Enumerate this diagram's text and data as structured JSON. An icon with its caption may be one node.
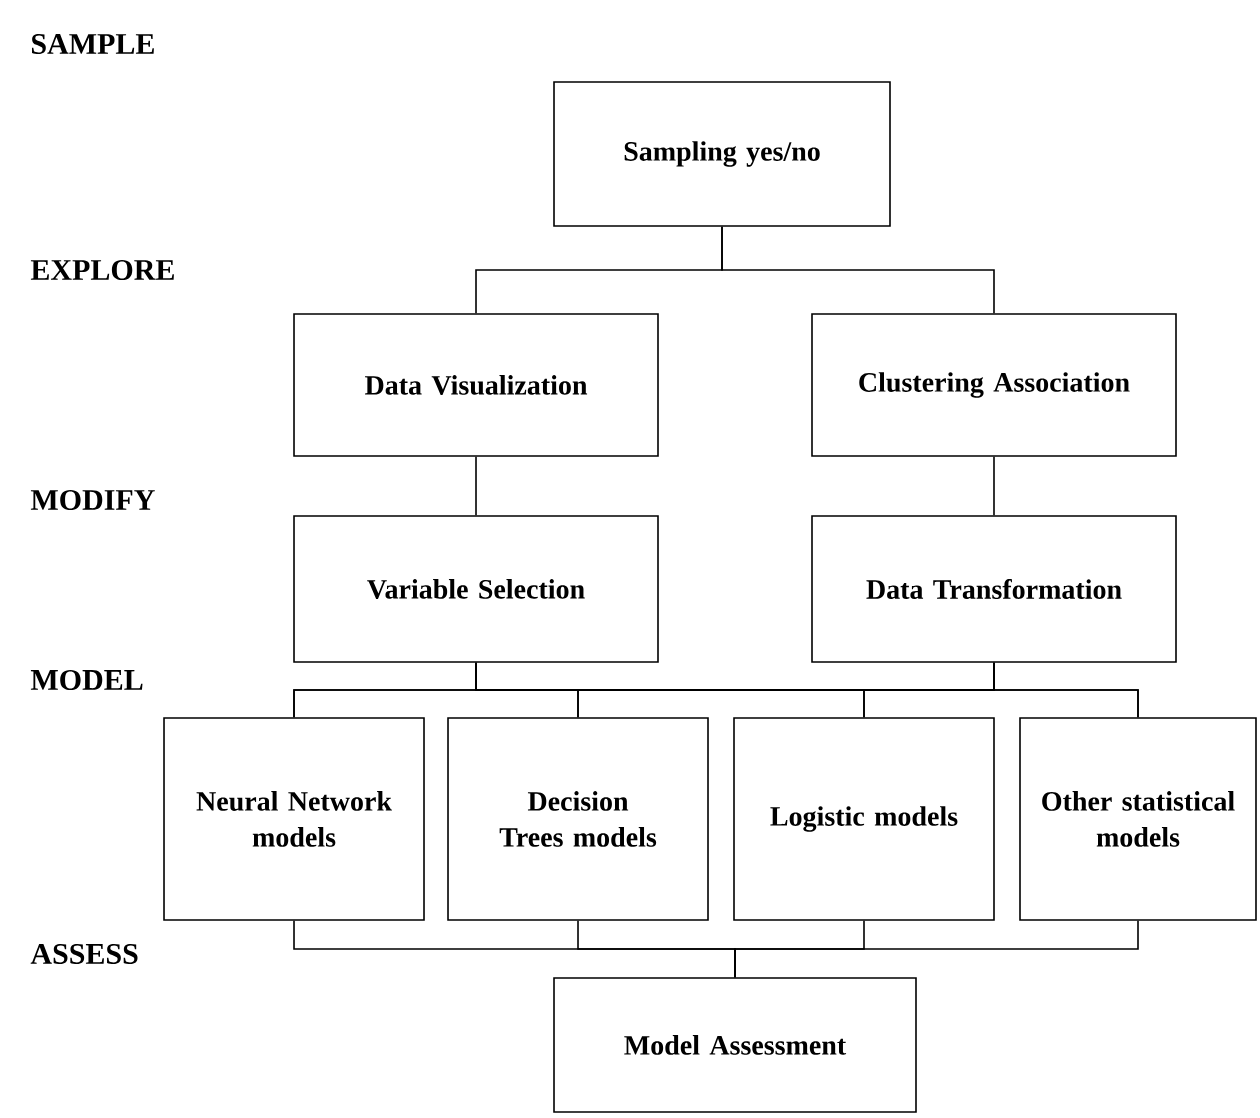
{
  "diagram": {
    "nodes": [
      {
        "text": [
          "Sampling yes/no"
        ]
      },
      {
        "text": [
          "Data Visualization"
        ]
      },
      {
        "text": [
          "Clustering Association"
        ]
      },
      {
        "text": [
          "Variable Selection"
        ]
      },
      {
        "text": [
          "Data Transformation"
        ]
      },
      {
        "text": [
          "Neural Network models"
        ]
      },
      {
        "text": [
          "Decision Trees models"
        ]
      },
      {
        "text": [
          "Logistic models"
        ]
      },
      {
        "text": [
          "Other statistical models"
        ]
      },
      {
        "text": [
          "Model Assessment"
        ]
      }
    ],
    "edges": [
      {
        "from": 0,
        "to": 1,
        "arrow": "none"
      },
      {
        "from": 0,
        "to": 2,
        "arrow": "none"
      },
      {
        "from": 1,
        "to": 3,
        "arrow": "none"
      },
      {
        "from": 2,
        "to": 4,
        "arrow": "none"
      },
      {
        "from": 3,
        "to": 5,
        "arrow": "none"
      },
      {
        "from": 3,
        "to": 6,
        "arrow": "none"
      },
      {
        "from": 3,
        "to": 7,
        "arrow": "none"
      },
      {
        "from": 3,
        "to": 8,
        "arrow": "none"
      },
      {
        "from": 4,
        "to": 5,
        "arrow": "none"
      },
      {
        "from": 4,
        "to": 6,
        "arrow": "none"
      },
      {
        "from": 4,
        "to": 7,
        "arrow": "none"
      },
      {
        "from": 4,
        "to": 8,
        "arrow": "none"
      },
      {
        "from": 5,
        "to": 9,
        "arrow": "none"
      },
      {
        "from": 6,
        "to": 9,
        "arrow": "none"
      },
      {
        "from": 7,
        "to": 9,
        "arrow": "none"
      },
      {
        "from": 8,
        "to": 9,
        "arrow": "none"
      }
    ],
    "labels": [
      "SAMPLE",
      "EXPLORE",
      "MODIFY",
      "MODEL",
      "ASSESS"
    ]
  }
}
